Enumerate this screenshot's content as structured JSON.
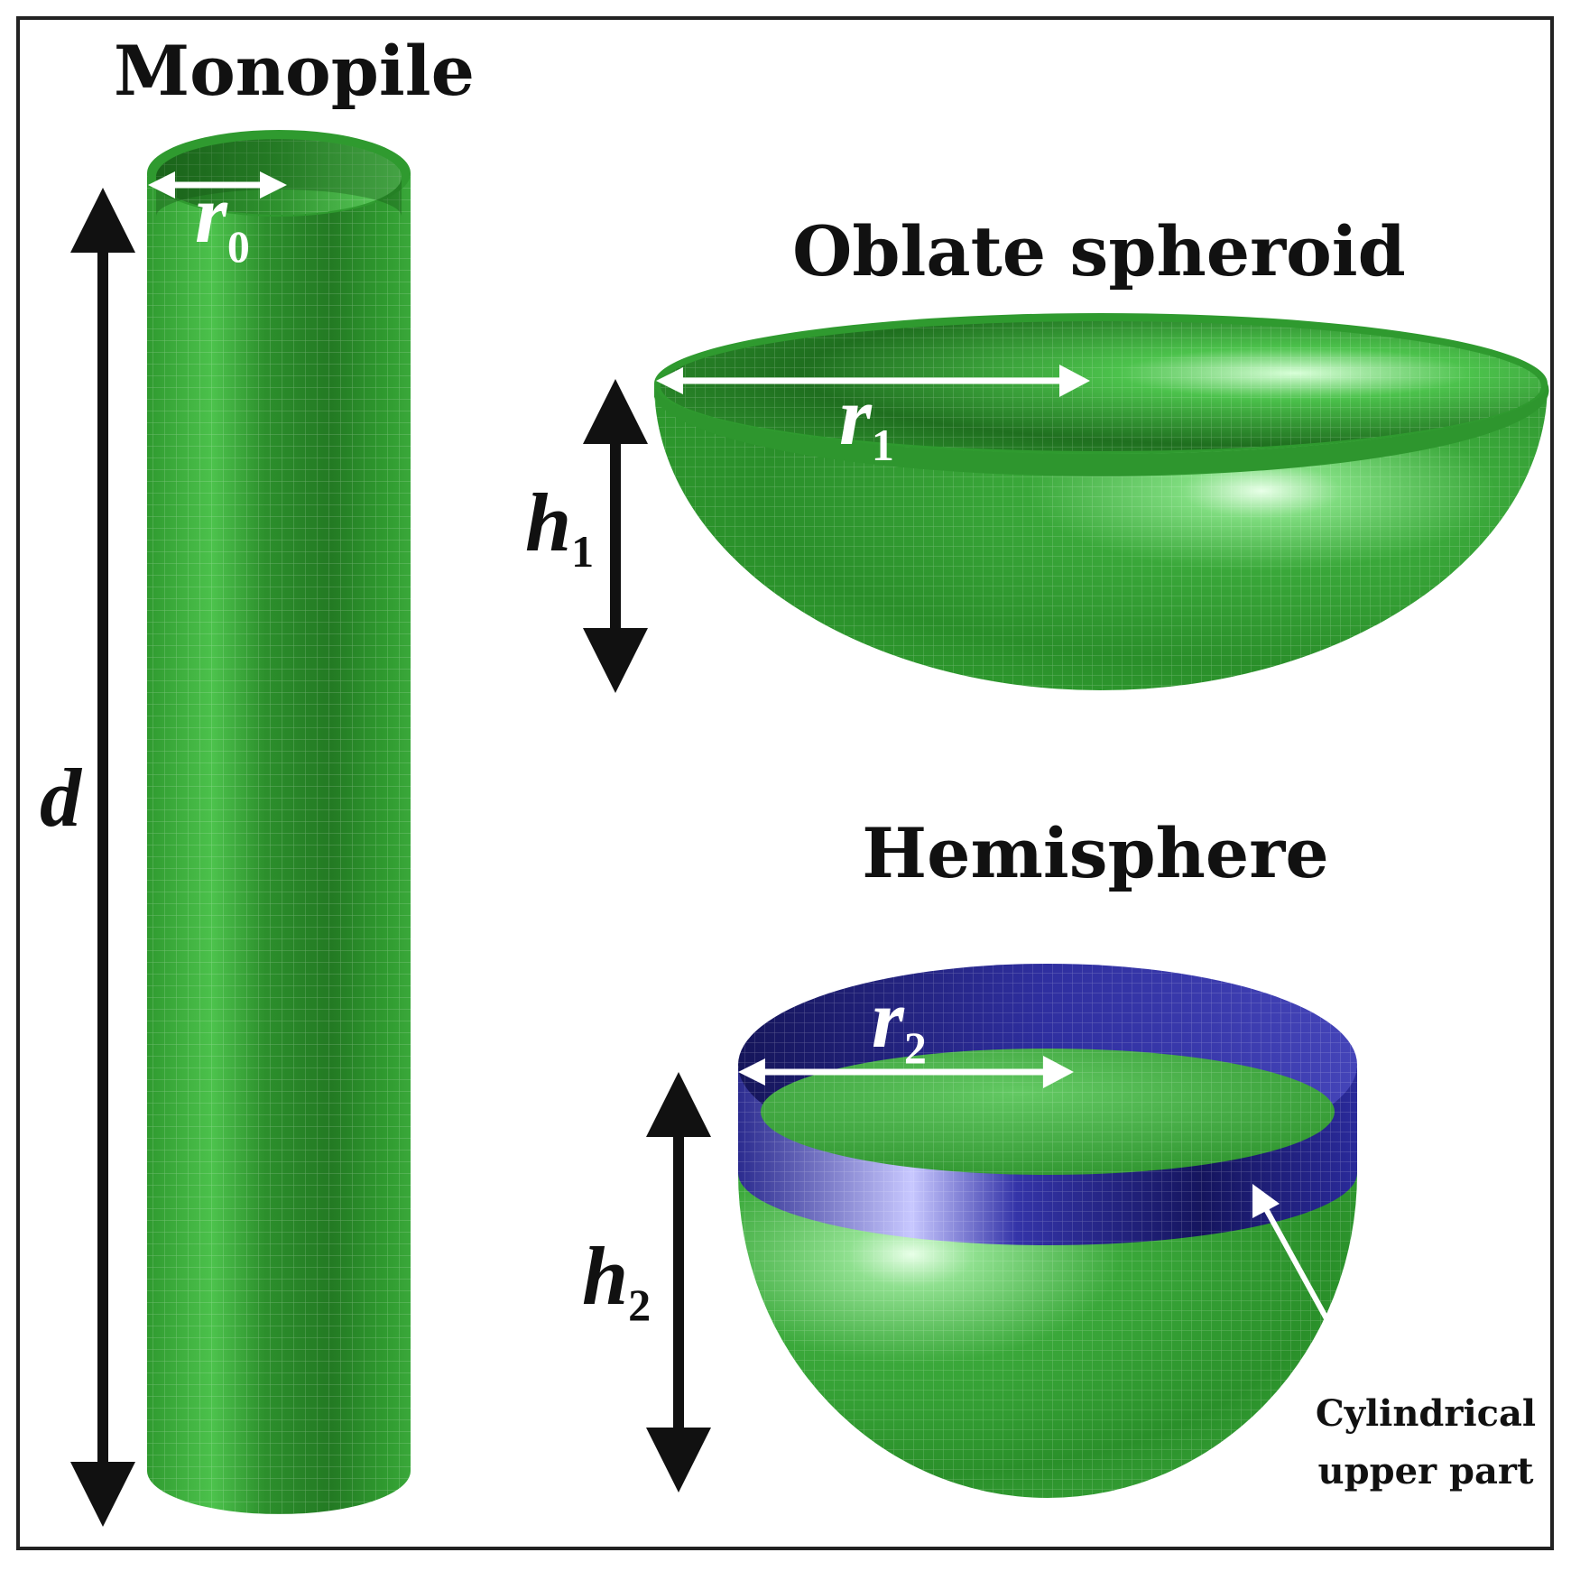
{
  "shapes": {
    "monopile": {
      "title": "Monopile",
      "radius_symbol": "r",
      "radius_sub": "0",
      "depth_symbol": "d"
    },
    "oblate": {
      "title": "Oblate spheroid",
      "radius_symbol": "r",
      "radius_sub": "1",
      "height_symbol": "h",
      "height_sub": "1"
    },
    "hemisphere": {
      "title": "Hemisphere",
      "radius_symbol": "r",
      "radius_sub": "2",
      "height_symbol": "h",
      "height_sub": "2",
      "callout_line1": "Cylindrical",
      "callout_line2": "upper part"
    }
  },
  "colors": {
    "surface_green": "#3aa83a",
    "surface_blue": "#2a2a9a",
    "arrow_black": "#111111",
    "arrow_white": "#ffffff",
    "frame": "#222222"
  }
}
